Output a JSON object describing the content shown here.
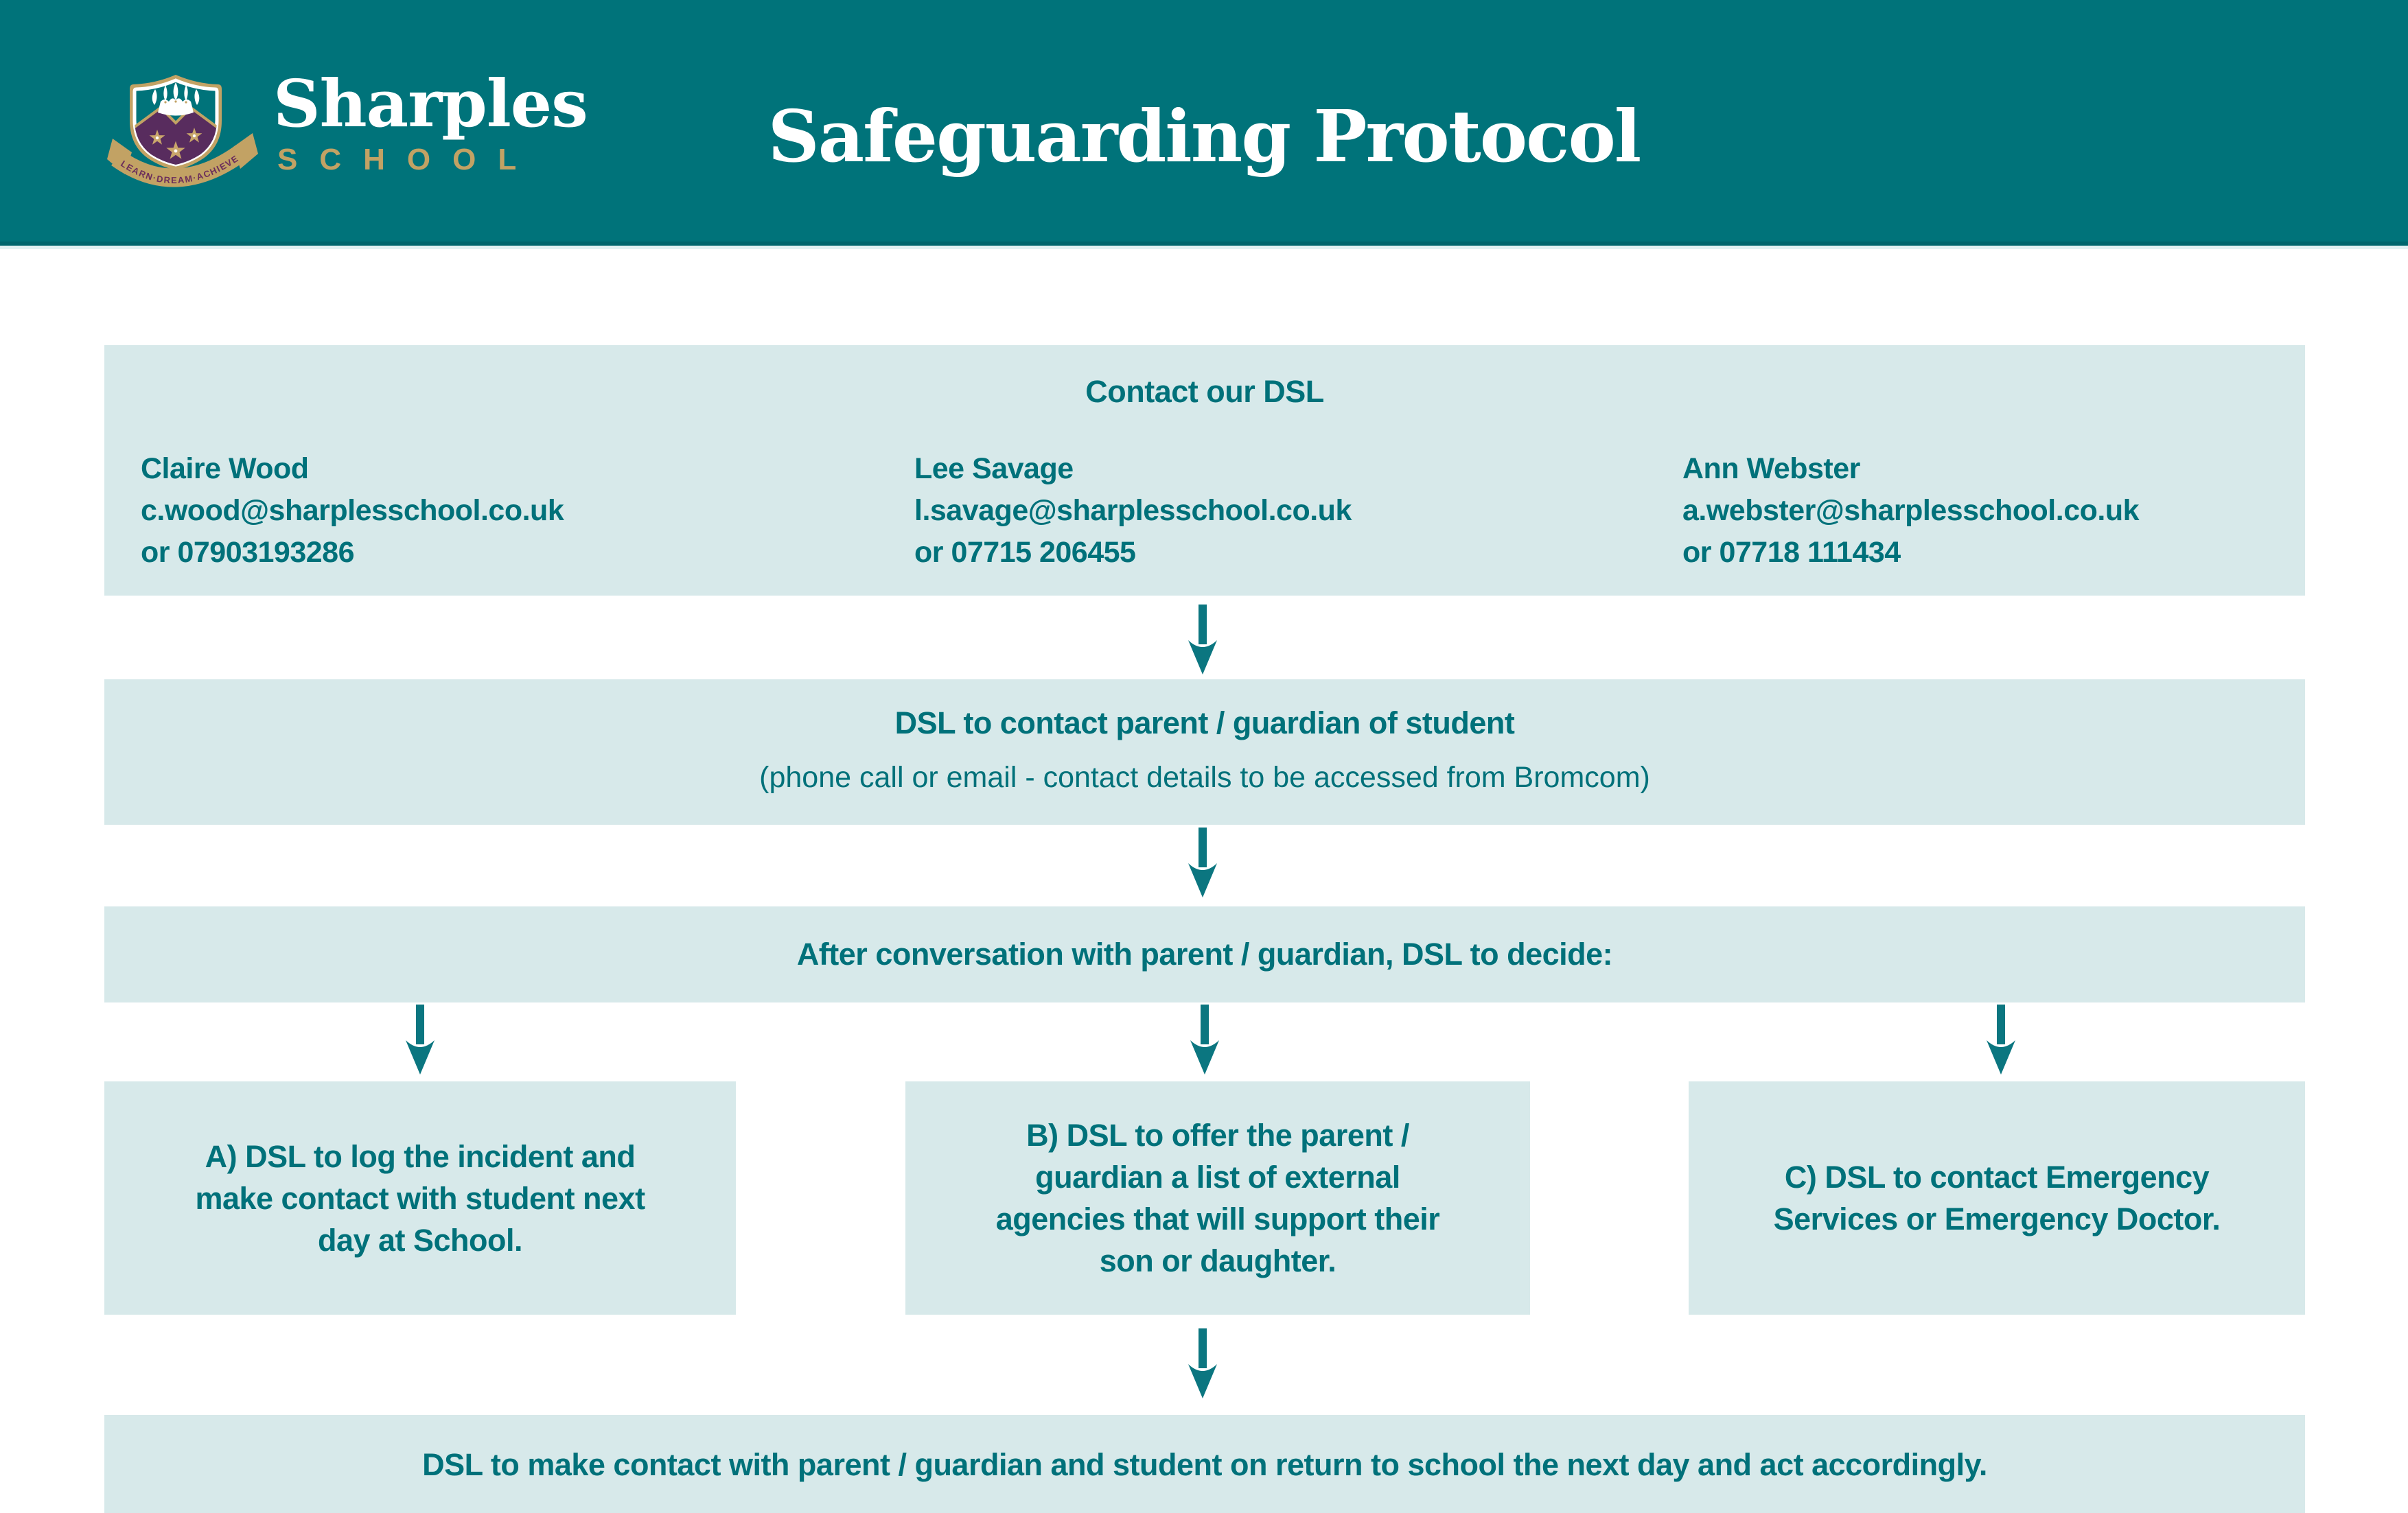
{
  "header": {
    "title": "Safeguarding Protocol",
    "logo": {
      "name": "Sharples",
      "subtitle": "SCHOOL",
      "motto": "LEARN·DREAM·ACHIEVE"
    }
  },
  "flow": {
    "contact": {
      "heading": "Contact our DSL",
      "people": [
        {
          "name": "Claire Wood",
          "email": "c.wood@sharplesschool.co.uk",
          "phone": "or 07903193286"
        },
        {
          "name": "Lee Savage",
          "email": "l.savage@sharplesschool.co.uk",
          "phone": "or 07715 206455"
        },
        {
          "name": "Ann Webster",
          "email": "a.webster@sharplesschool.co.uk",
          "phone": "or 07718 111434"
        }
      ]
    },
    "step_contact_parent": {
      "title": "DSL to contact parent / guardian of student",
      "subtitle": "(phone call or email - contact details to be accessed from Bromcom)"
    },
    "step_decide": {
      "text": "After conversation with parent / guardian, DSL to decide:"
    },
    "options": {
      "a": {
        "text": "A) DSL to log the incident and\nmake contact with student next\nday at School."
      },
      "b": {
        "text": "B) DSL to offer the parent /\nguardian a list of external\nagencies that will support their\nson or daughter."
      },
      "c": {
        "text": "C) DSL to contact Emergency\nServices or Emergency Doctor."
      }
    },
    "final_step": {
      "text": "DSL to make contact with parent / guardian and student on return to school the next day and act accordingly."
    }
  },
  "colors": {
    "header_teal": "#00737A",
    "header_dark_strip": "#00666D",
    "header_light_strip": "#E2F2F3",
    "box_fill": "#D7E9EA",
    "text_teal": "#00717A",
    "arrow_teal": "#0B7680",
    "gold": "#C2A264",
    "purple": "#582C5E"
  }
}
